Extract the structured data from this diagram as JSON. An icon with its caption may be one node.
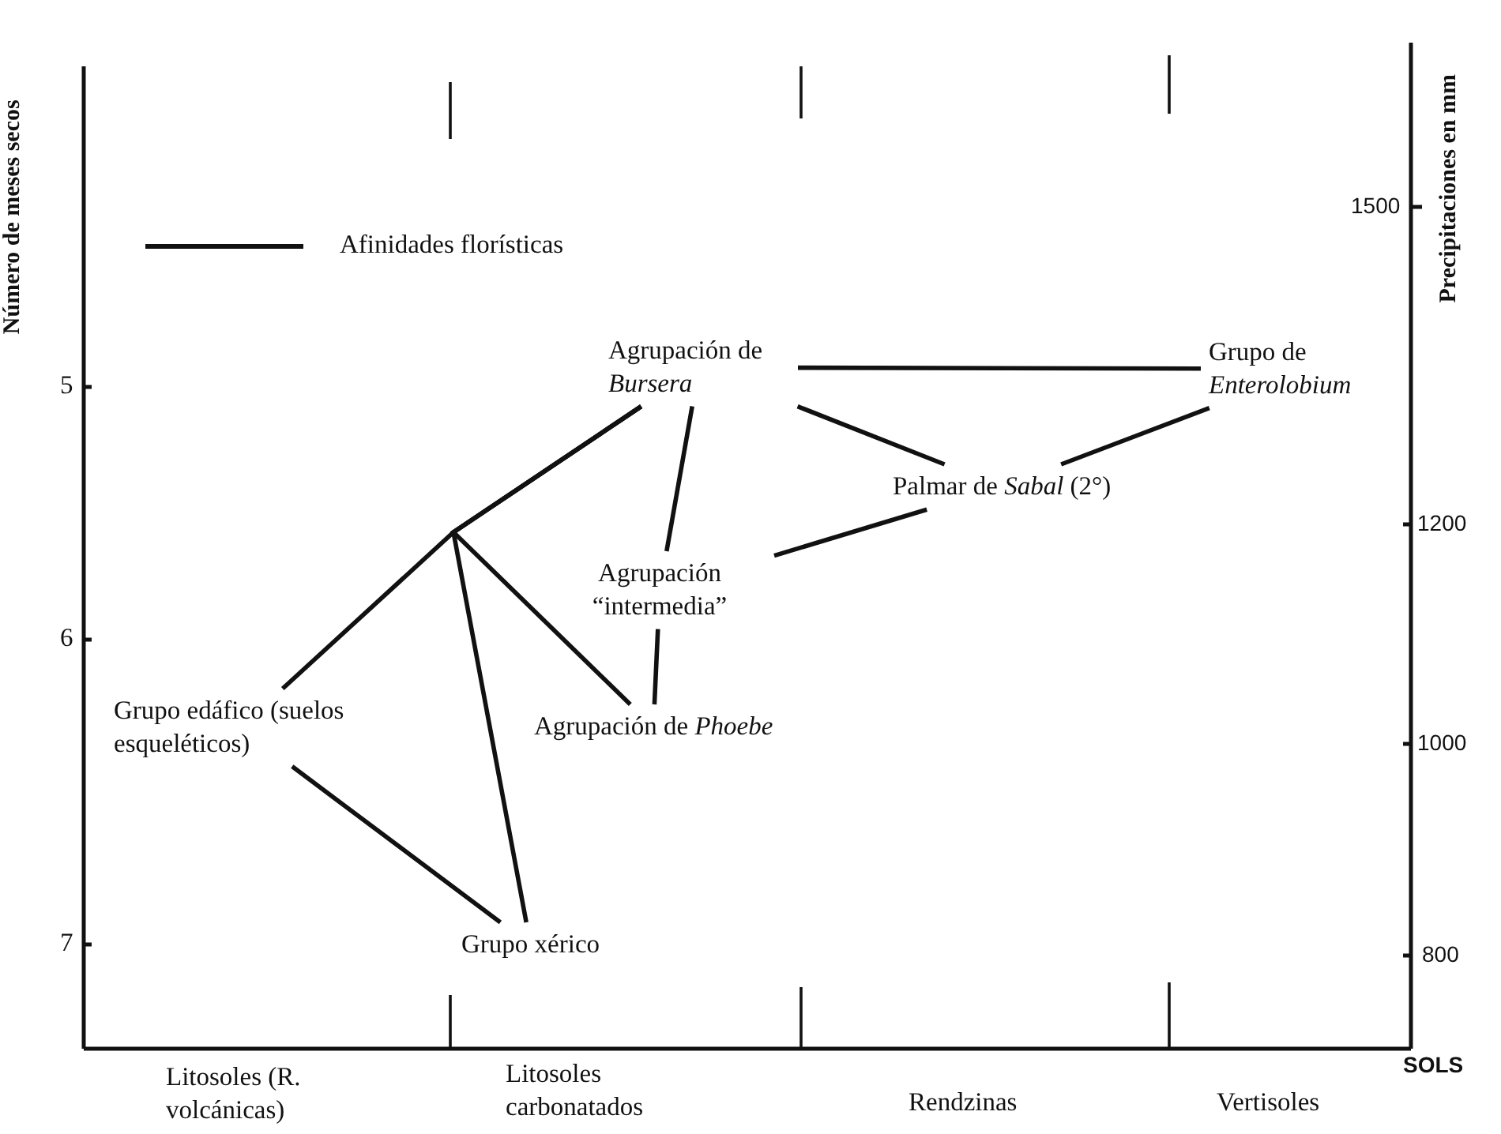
{
  "diagram": {
    "nodes": [
      {
        "text": [
          "Agrupación de *Bursera*"
        ]
      },
      {
        "text": [
          "Grupo de *Enterolobium*"
        ]
      },
      {
        "text": [
          "Palmar de *Sabal* (2°)"
        ]
      },
      {
        "text": [
          "Agrupación “intermedia”"
        ]
      },
      {
        "text": [
          "Grupo edáfico (suelos esqueléticos)"
        ]
      },
      {
        "text": [
          "Agrupación de *Phoebe*"
        ]
      },
      {
        "text": [
          "Grupo xérico"
        ]
      }
    ],
    "edges": [
      {
        "from": 0,
        "to": 4,
        "arrow": "none"
      },
      {
        "from": 0,
        "to": 5,
        "arrow": "none"
      },
      {
        "from": 0,
        "to": 6,
        "arrow": "none"
      },
      {
        "from": 4,
        "to": 6,
        "arrow": "none"
      },
      {
        "from": 0,
        "to": 3,
        "arrow": "none"
      },
      {
        "from": 3,
        "to": 5,
        "arrow": "none"
      },
      {
        "from": 0,
        "to": 2,
        "arrow": "none"
      },
      {
        "from": 0,
        "to": 1,
        "arrow": "none"
      },
      {
        "from": 1,
        "to": 2,
        "arrow": "none"
      },
      {
        "from": 2,
        "to": 3,
        "arrow": "none"
      }
    ],
    "labels": [
      "Número de meses secos",
      "Precipitaciones en mm",
      "1500",
      "5",
      "1200",
      "6",
      "1000",
      "7",
      "800",
      "SOLS",
      "Litosoles (R. volcánicas)",
      "Litosoles carbonatados",
      "Rendzinas",
      "Vertisoles"
    ],
    "legend": [
      {
        "text": "Afinidades florísticas"
      }
    ]
  }
}
